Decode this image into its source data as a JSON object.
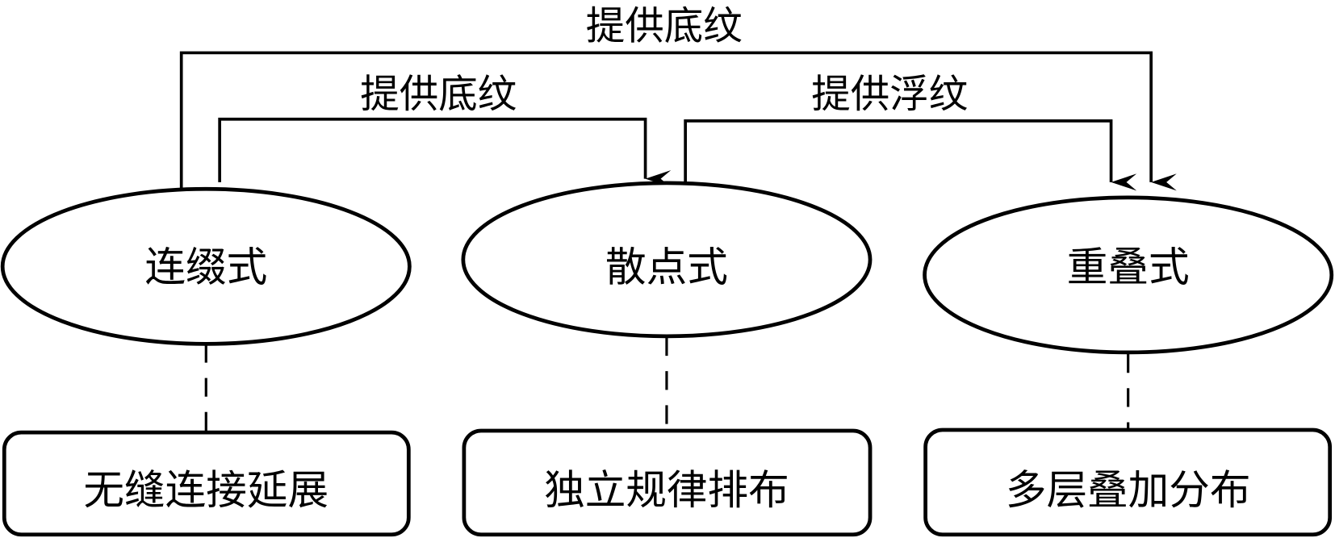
{
  "edges": [
    {
      "from": "连缀式",
      "to": "重叠式",
      "label": "提供底纹"
    },
    {
      "from": "连缀式",
      "to": "散点式",
      "label": "提供底纹"
    },
    {
      "from": "散点式",
      "to": "重叠式",
      "label": "提供浮纹"
    }
  ],
  "nodes": [
    {
      "name": "连缀式",
      "description": "无缝连接延展"
    },
    {
      "name": "散点式",
      "description": "独立规律排布"
    },
    {
      "name": "重叠式",
      "description": "多层叠加分布"
    }
  ]
}
